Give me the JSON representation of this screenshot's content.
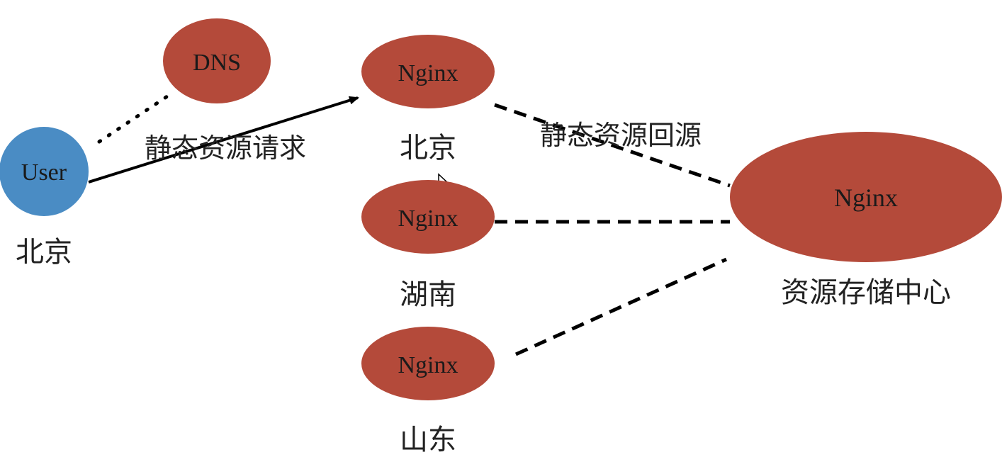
{
  "diagram": {
    "nodes": {
      "user": {
        "label": "User",
        "location": "北京",
        "color": "#4a8cc4"
      },
      "dns": {
        "label": "DNS",
        "color": "#b44a3a"
      },
      "nginx_beijing": {
        "label": "Nginx",
        "location": "北京",
        "color": "#b44a3a"
      },
      "nginx_hunan": {
        "label": "Nginx",
        "location": "湖南",
        "color": "#b44a3a"
      },
      "nginx_shandong": {
        "label": "Nginx",
        "location": "山东",
        "color": "#b44a3a"
      },
      "nginx_storage": {
        "label": "Nginx",
        "location": "资源存储中心",
        "color": "#b44a3a"
      }
    },
    "edges": {
      "request_label": "静态资源请求",
      "origin_label": "静态资源回源"
    }
  }
}
